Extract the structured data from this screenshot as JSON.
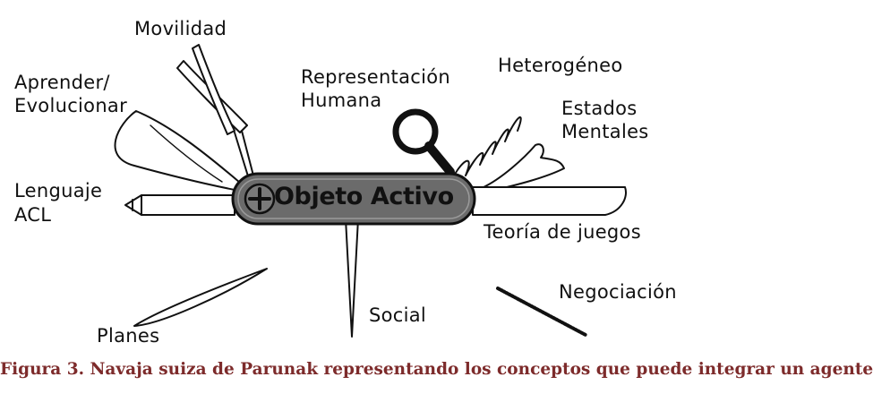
{
  "diagram": {
    "center_label": "Objeto Activo",
    "tools": {
      "movilidad": "Movilidad",
      "aprender_line1": "Aprender/",
      "aprender_line2": "Evolucionar",
      "representacion_line1": "Representación",
      "representacion_line2": "Humana",
      "heterogeneo": "Heterogéneo",
      "estados_line1": "Estados",
      "estados_line2": "Mentales",
      "lenguaje_line1": "Lenguaje",
      "lenguaje_line2": "ACL",
      "teoria": "Teoría de juegos",
      "negociacion": "Negociación",
      "social": "Social",
      "planes": "Planes"
    }
  },
  "caption": "Figura 3. Navaja suiza de Parunak representando los conceptos que puede integrar un agente"
}
